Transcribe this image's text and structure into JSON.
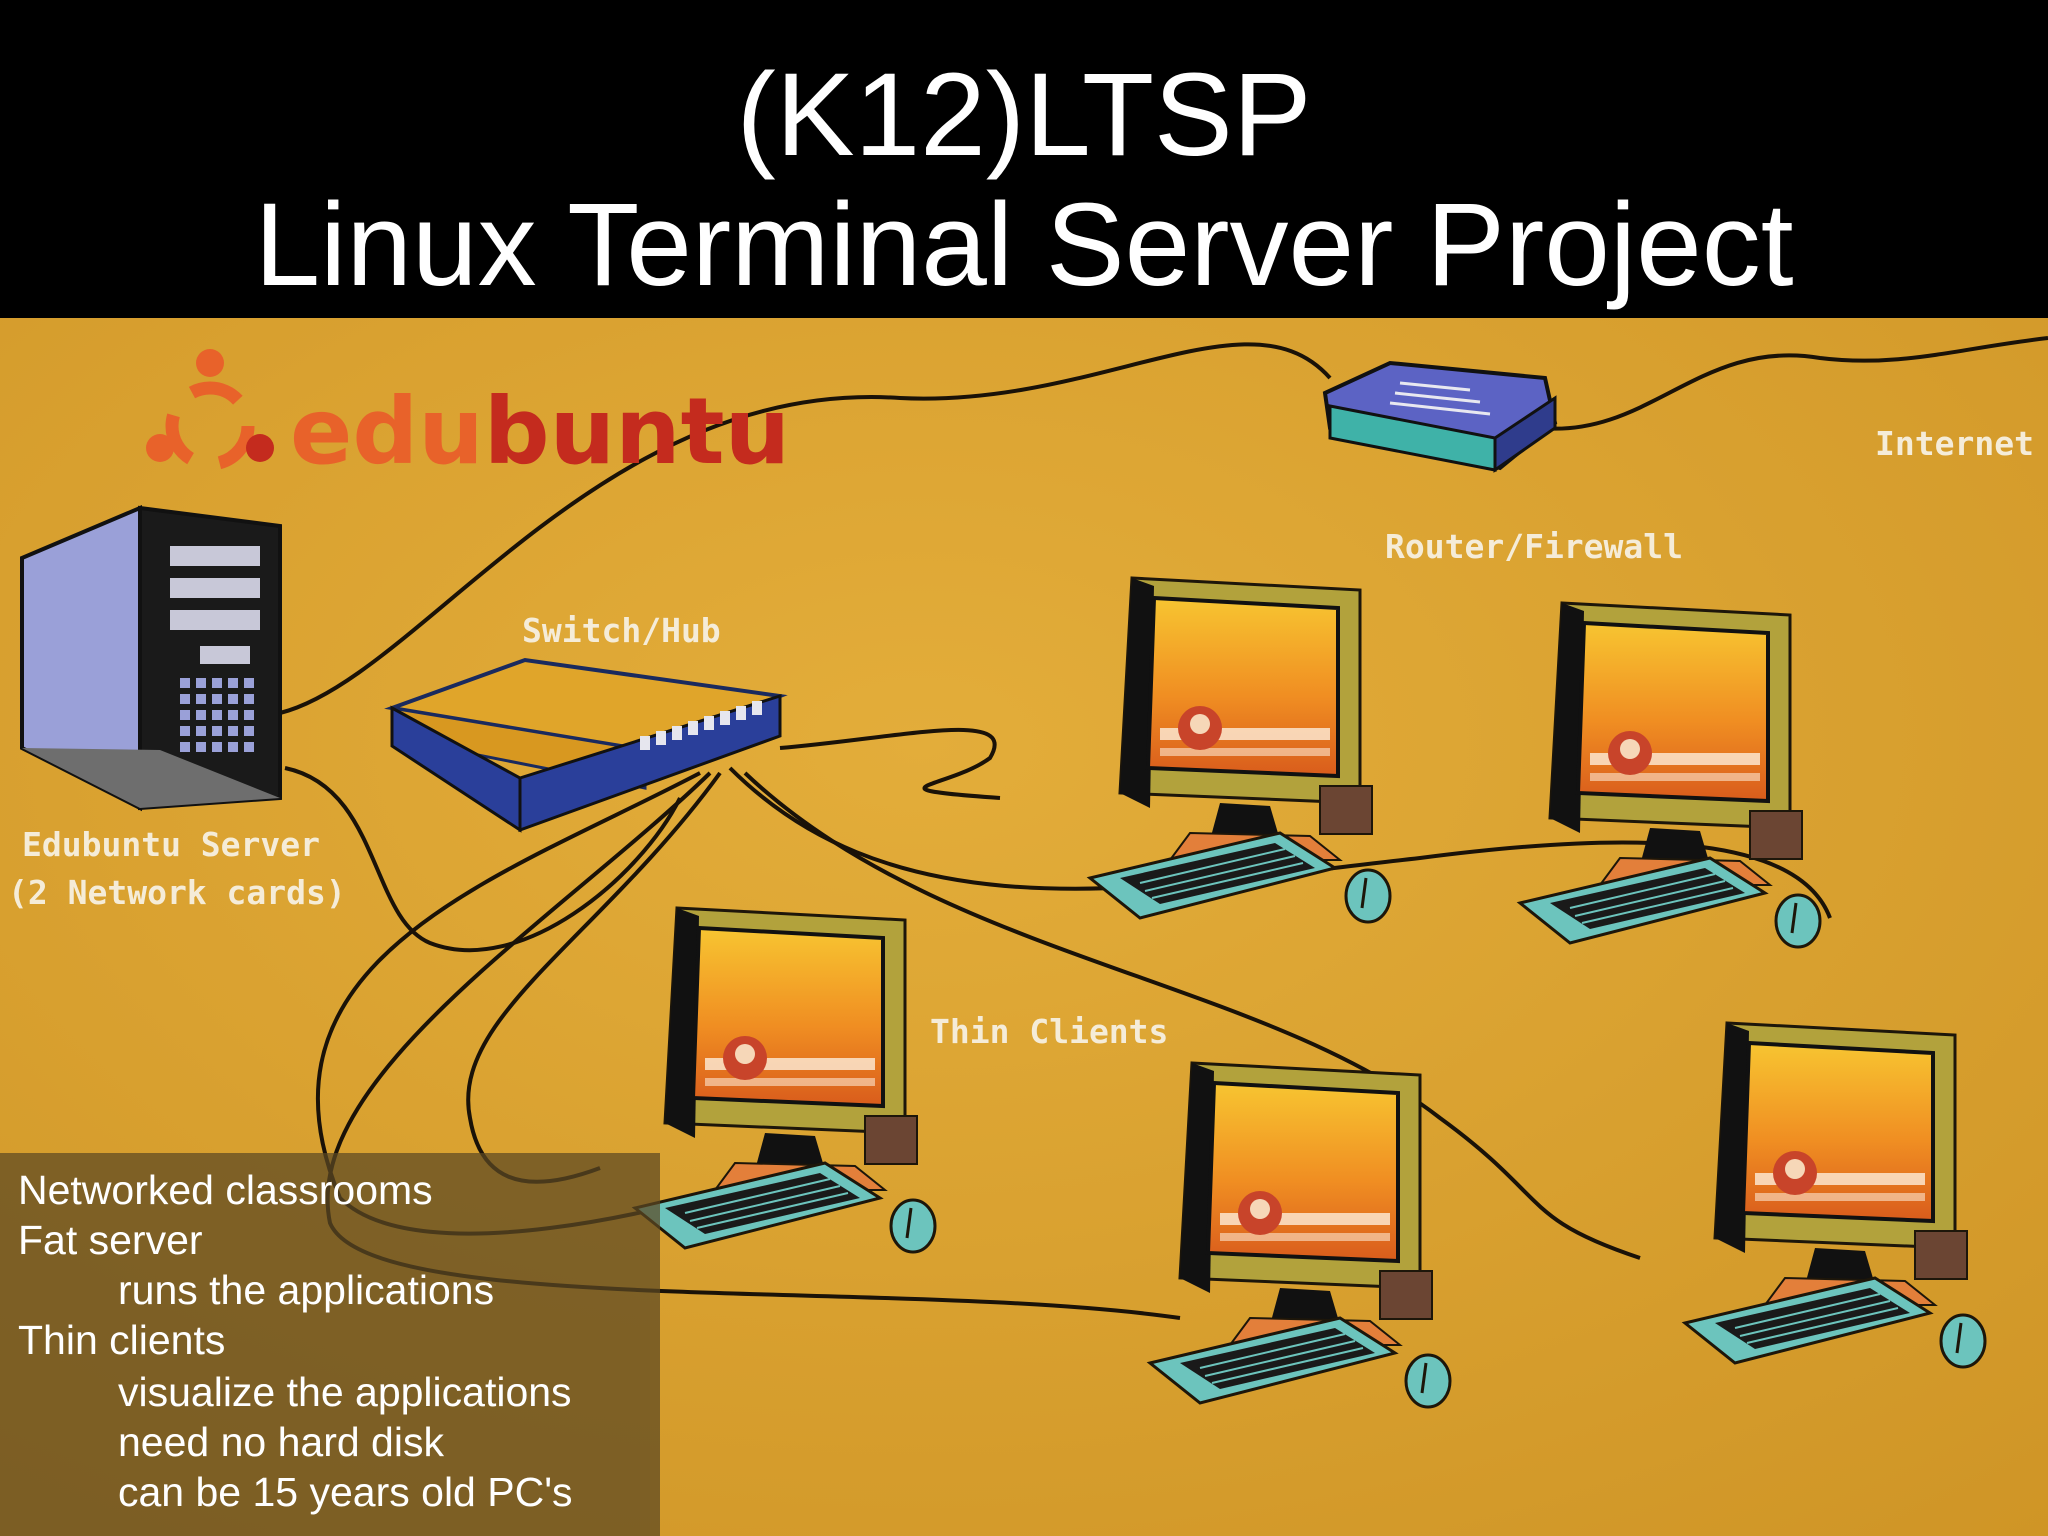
{
  "title": {
    "line1": "(K12)LTSP",
    "line2": "Linux Terminal Server Project"
  },
  "logo": {
    "text_edu": "edu",
    "text_buntu": "buntu"
  },
  "labels": {
    "internet": "Internet",
    "router": "Router/Firewall",
    "switch": "Switch/Hub",
    "server_line1": "Edubuntu Server",
    "server_line2": "(2 Network cards)",
    "thin_clients": "Thin Clients"
  },
  "notes": [
    "Networked classrooms",
    "Fat server",
    "runs the applications",
    "Thin clients",
    "visualize the applications",
    "need no hard disk",
    "can be 15 years old PC's"
  ],
  "colors": {
    "background": "#d9a32e",
    "header": "#000000",
    "keyboard": "#6cc4bd",
    "switch_body": "#e0a52a",
    "router_body": "#5c63c4",
    "label_text": "#f5ecd8",
    "logo_orange": "#e8622a",
    "logo_red": "#c42b1e"
  }
}
